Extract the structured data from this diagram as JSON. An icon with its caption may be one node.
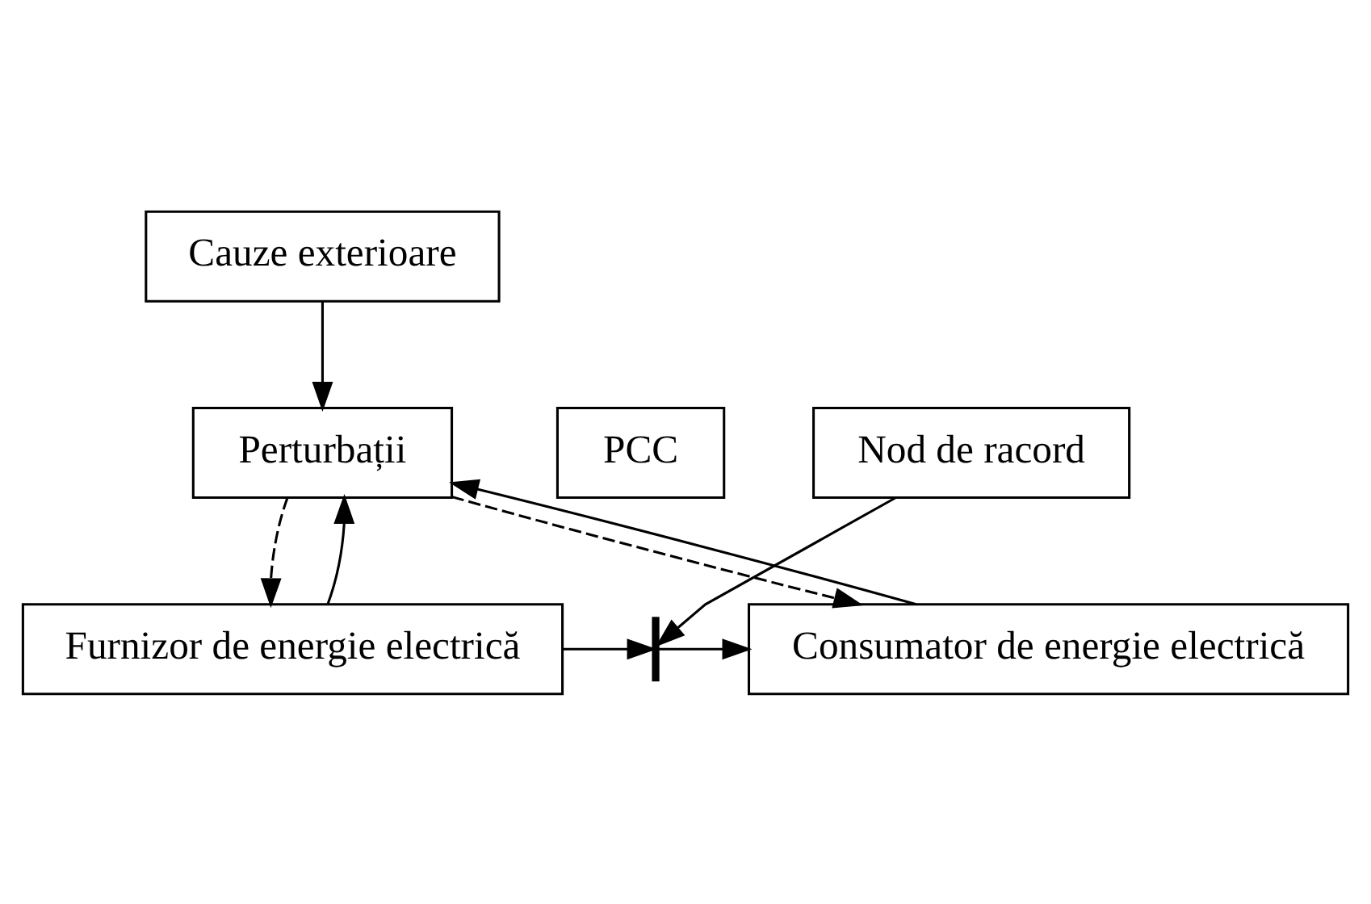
{
  "diagram": {
    "nodes": [
      {
        "text": [
          "Cauze exterioare"
        ]
      },
      {
        "text": [
          "Perturbații"
        ]
      },
      {
        "text": [
          "PCC"
        ]
      },
      {
        "text": [
          "Furnizor de energie electrică"
        ]
      },
      {
        "text": [],
        "shape": "bar"
      },
      {
        "text": [
          "Consumator de energie electrică"
        ]
      },
      {
        "text": [
          "Nod de racord"
        ]
      }
    ],
    "edges": [
      {
        "from": 0,
        "to": 1,
        "arrow": "to"
      },
      {
        "from": 1,
        "to": 3,
        "arrow": "to",
        "style": "dashed"
      },
      {
        "from": 3,
        "to": 1,
        "arrow": "to"
      },
      {
        "from": 5,
        "to": 1,
        "arrow": "to"
      },
      {
        "from": 1,
        "to": 5,
        "arrow": "to",
        "style": "dashed"
      },
      {
        "from": 3,
        "to": 4,
        "arrow": "to"
      },
      {
        "from": 4,
        "to": 5,
        "arrow": "to"
      },
      {
        "from": 6,
        "to": 4,
        "arrow": "to"
      }
    ]
  }
}
